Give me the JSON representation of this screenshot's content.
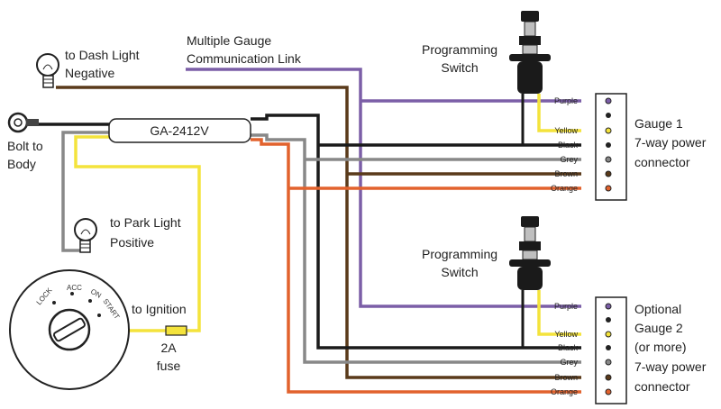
{
  "labels": {
    "dash_light_1": "to Dash Light",
    "dash_light_2": "Negative",
    "comm_link_1": "Multiple Gauge",
    "comm_link_2": "Communication Link",
    "module": "GA-2412V",
    "bolt_1": "Bolt to",
    "bolt_2": "Body",
    "park_light_1": "to Park Light",
    "park_light_2": "Positive",
    "ignition": "to Ignition",
    "fuse_1": "2A",
    "fuse_2": "fuse",
    "prog_switch_1": "Programming",
    "prog_switch_2": "Switch",
    "gauge1_1": "Gauge 1",
    "gauge1_2": "7-way power",
    "gauge1_3": "connector",
    "gauge2_1": "Optional",
    "gauge2_2": "Gauge 2",
    "gauge2_3": "(or more)",
    "gauge2_4": "7-way power",
    "gauge2_5": "connector"
  },
  "ignition_positions": {
    "lock": "LOCK",
    "acc": "ACC",
    "on": "ON",
    "start": "START"
  },
  "wires": {
    "purple": "Purple",
    "yellow": "Yellow",
    "black": "Black",
    "grey": "Grey",
    "brown": "Brown",
    "orange": "Orange"
  },
  "colors": {
    "purple": "#7b5ea7",
    "yellow": "#f4e33c",
    "black": "#1a1a1a",
    "grey": "#888888",
    "brown": "#5a3a1a",
    "orange": "#e2622d"
  }
}
